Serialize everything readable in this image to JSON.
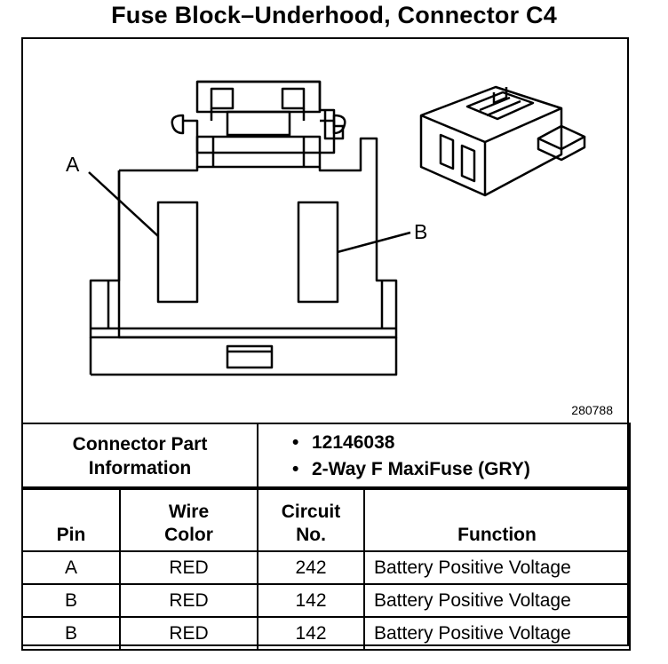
{
  "title": "Fuse Block–Underhood, Connector C4",
  "figure": {
    "id_label": "280788",
    "callouts": {
      "a": "A",
      "b": "B"
    }
  },
  "connector_info": {
    "label_line1": "Connector Part",
    "label_line2": "Information",
    "part_number": "12146038",
    "description": "2-Way F MaxiFuse (GRY)",
    "bullet": "•"
  },
  "pin_table": {
    "headers": {
      "pin": "Pin",
      "wire_line1": "Wire",
      "wire_line2": "Color",
      "circuit_line1": "Circuit",
      "circuit_line2": "No.",
      "function": "Function"
    },
    "rows": [
      {
        "pin": "A",
        "wire_color": "RED",
        "circuit": "242",
        "function": "Battery Positive Voltage"
      },
      {
        "pin": "B",
        "wire_color": "RED",
        "circuit": "142",
        "function": "Battery Positive Voltage"
      },
      {
        "pin": "B",
        "wire_color": "RED",
        "circuit": "142",
        "function": "Battery Positive Voltage"
      }
    ]
  }
}
